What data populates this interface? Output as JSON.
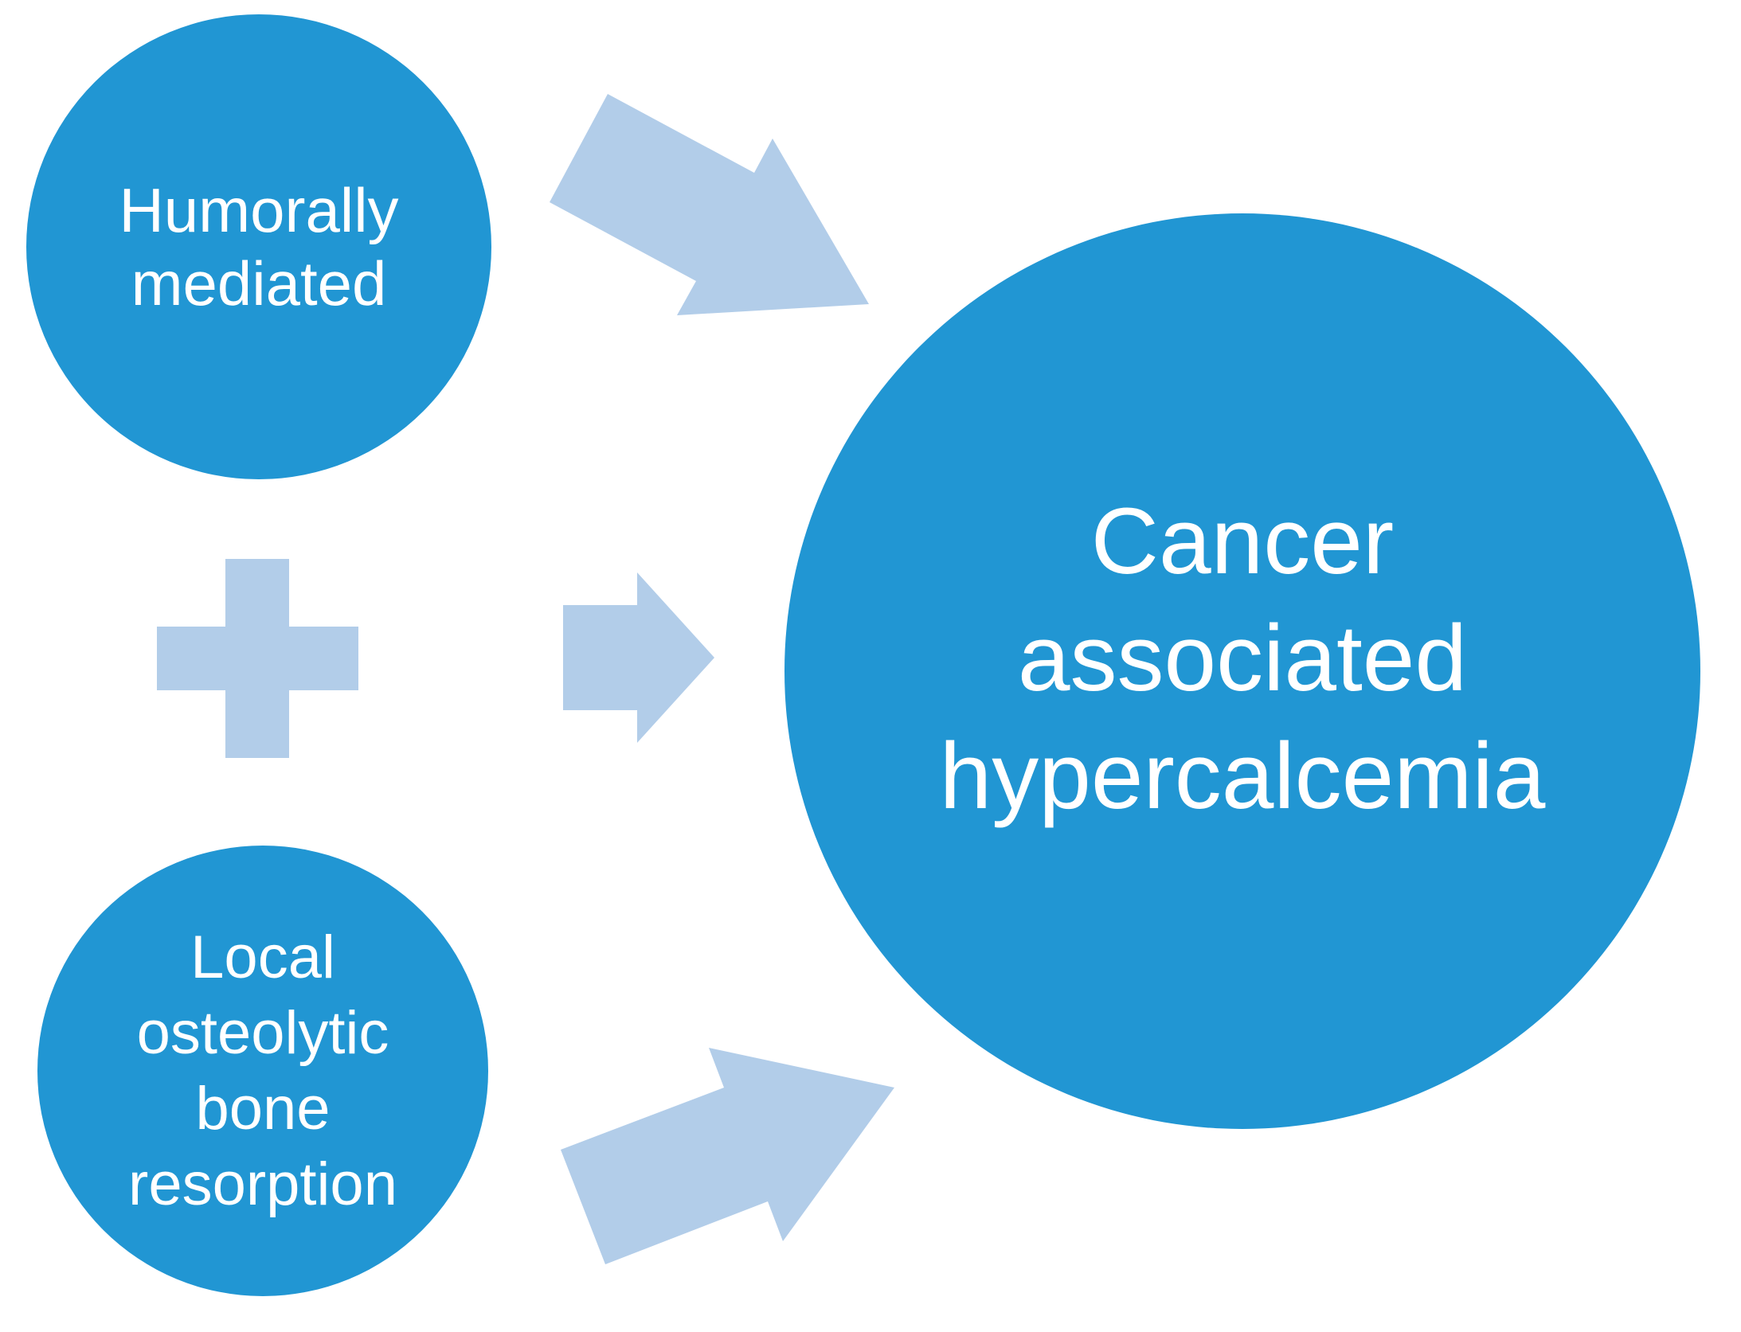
{
  "diagram": {
    "title_visible": false,
    "nodes": {
      "humorally": {
        "label": "Humorally mediated",
        "lines": [
          "Humorally",
          "mediated"
        ]
      },
      "osteolytic": {
        "label": "Local osteolytic bone resorption",
        "lines": [
          "Local",
          "osteolytic",
          "bone",
          "resorption"
        ]
      },
      "outcome": {
        "label": "Cancer associated hypercalcemia",
        "lines": [
          "Cancer",
          "associated",
          "hypercalcemia"
        ]
      }
    },
    "relations": {
      "operator": "plus",
      "connectors": [
        "humorally -> outcome (arrow down-right)",
        "combined -> outcome (arrow right)",
        "osteolytic -> outcome (arrow up-right)"
      ]
    }
  },
  "colors": {
    "node_fill": "#2196d3",
    "accent_light": "#b2cde9",
    "text_color": "#ffffff",
    "page_bg": "#ffffff"
  }
}
